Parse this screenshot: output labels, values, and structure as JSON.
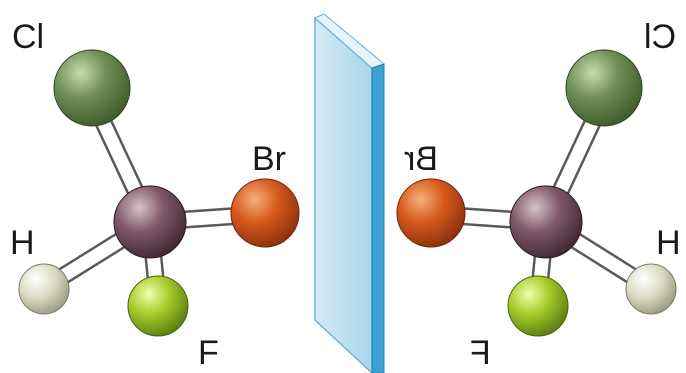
{
  "left_molecule": {
    "atoms": {
      "chlorine": {
        "label": "Cl",
        "color": "#5f7f48"
      },
      "hydrogen": {
        "label": "H",
        "color": "#d9dbbf"
      },
      "fluorine": {
        "label": "F",
        "color": "#a8cc2c"
      },
      "bromine": {
        "label": "Br",
        "color": "#d0551c"
      },
      "carbon": {
        "color": "#7a5560"
      }
    }
  },
  "right_molecule": {
    "atoms": {
      "chlorine": {
        "label": "Cl",
        "color": "#5f7f48"
      },
      "hydrogen": {
        "label": "H",
        "color": "#d9dbbf"
      },
      "fluorine": {
        "label": "F",
        "color": "#a8cc2c"
      },
      "bromine": {
        "label": "Br",
        "color": "#d0551c"
      },
      "carbon": {
        "color": "#7a5560"
      }
    }
  },
  "mirror": {
    "face_color": "#bfe0ef",
    "edge_color": "#3fa0d6"
  }
}
